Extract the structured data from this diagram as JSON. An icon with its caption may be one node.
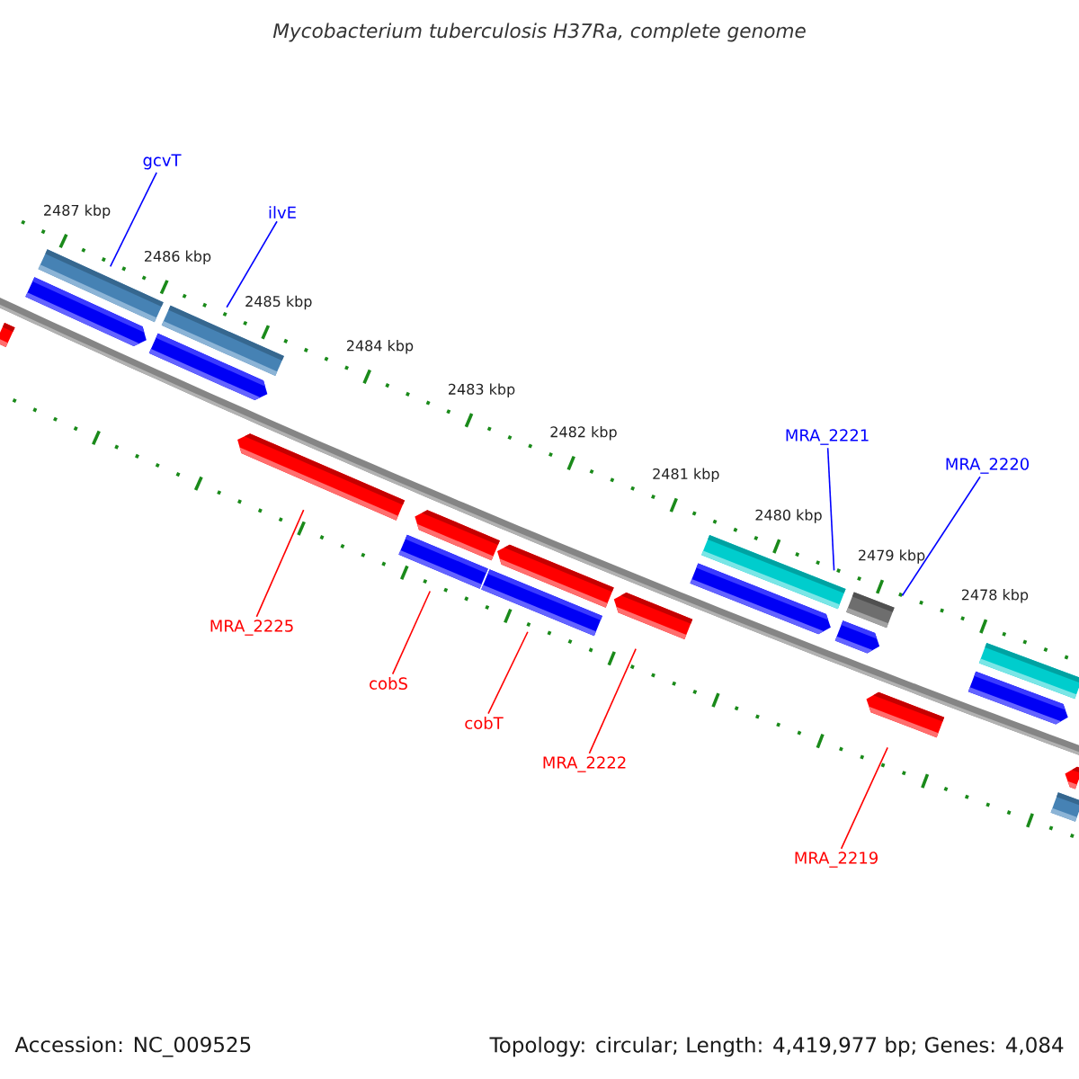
{
  "diagram": {
    "title": "Mycobacterium tuberculosis H37Ra, complete genome",
    "nodes": [
      {
        "text": [
          "gcvT"
        ]
      },
      {
        "text": [],
        "shape": "bar"
      },
      {
        "text": [],
        "shape": "arrow"
      },
      {
        "text": [
          "ilvE"
        ]
      },
      {
        "text": [],
        "shape": "bar"
      },
      {
        "text": [],
        "shape": "arrow"
      },
      {
        "text": [
          "MRA_2221"
        ]
      },
      {
        "text": [],
        "shape": "bar"
      },
      {
        "text": [],
        "shape": "arrow"
      },
      {
        "text": [
          "MRA_2220"
        ]
      },
      {
        "text": [],
        "shape": "bar"
      },
      {
        "text": [],
        "shape": "arrow"
      },
      {
        "text": [],
        "shape": "bar"
      },
      {
        "text": [],
        "shape": "arrow"
      },
      {
        "text": [],
        "shape": "arrow"
      },
      {
        "text": [],
        "shape": "arrow"
      },
      {
        "text": [
          "MRA_2225"
        ]
      },
      {
        "text": [],
        "shape": "arrow"
      },
      {
        "text": [],
        "shape": "bar"
      },
      {
        "text": [
          "cobS"
        ]
      },
      {
        "text": [],
        "shape": "arrow"
      },
      {
        "text": [],
        "shape": "bar"
      },
      {
        "text": [
          "cobT"
        ]
      },
      {
        "text": [],
        "shape": "arrow"
      },
      {
        "text": [
          "MRA_2222"
        ]
      },
      {
        "text": [],
        "shape": "arrow"
      },
      {
        "text": [
          "MRA_2219"
        ]
      },
      {
        "text": [],
        "shape": "arrow"
      },
      {
        "text": [],
        "shape": "bar"
      }
    ],
    "edges": [
      {
        "from": 0,
        "to": 1,
        "arrow": "none",
        "color": "#0000ff"
      },
      {
        "from": 3,
        "to": 4,
        "arrow": "none",
        "color": "#0000ff"
      },
      {
        "from": 6,
        "to": 7,
        "arrow": "none",
        "color": "#0000ff"
      },
      {
        "from": 9,
        "to": 10,
        "arrow": "none",
        "color": "#0000ff"
      },
      {
        "from": 16,
        "to": 15,
        "arrow": "none"
      },
      {
        "from": 19,
        "to": 18,
        "arrow": "none"
      },
      {
        "from": 22,
        "to": 21,
        "arrow": "none"
      },
      {
        "from": 24,
        "to": 23,
        "arrow": "none"
      },
      {
        "from": 26,
        "to": 25,
        "arrow": "none"
      }
    ],
    "labels": [
      "2487 kbp",
      "2486 kbp",
      "2485 kbp",
      "2484 kbp",
      "2483 kbp",
      "2482 kbp",
      "2481 kbp",
      "2480 kbp",
      "2479 kbp",
      "2478 kbp",
      "Accession: NC_009525",
      "Topology: circular; Length: 4,419,977 bp; Genes: 4,084"
    ]
  }
}
